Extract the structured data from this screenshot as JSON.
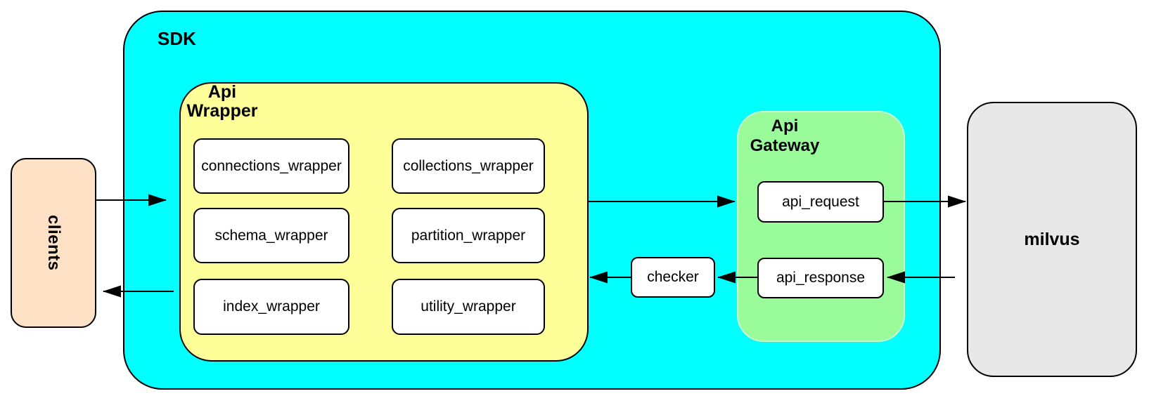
{
  "diagram": {
    "clients": {
      "label": "clients"
    },
    "sdk": {
      "label": "SDK"
    },
    "api_wrapper": {
      "title_line1": "Api",
      "title_line2": "Wrapper",
      "boxes": [
        "connections_wrapper",
        "collections_wrapper",
        "schema_wrapper",
        "partition_wrapper",
        "index_wrapper",
        "utility_wrapper"
      ]
    },
    "api_gateway": {
      "title_line1": "Api",
      "title_line2": "Gateway",
      "request": "api_request",
      "response": "api_response"
    },
    "checker": {
      "label": "checker"
    },
    "milvus": {
      "label": "milvus"
    }
  },
  "colors": {
    "sdk_fill": "#00FFFF",
    "api_wrapper_fill": "#FFFF99",
    "api_gateway_fill": "#99FB99",
    "api_gateway_border": "#CBF9CB",
    "clients_fill": "#FFE2C6",
    "milvus_fill": "#E8E8E8",
    "node_fill": "#FFFFFF",
    "border": "#000000",
    "arrow": "#000000"
  }
}
